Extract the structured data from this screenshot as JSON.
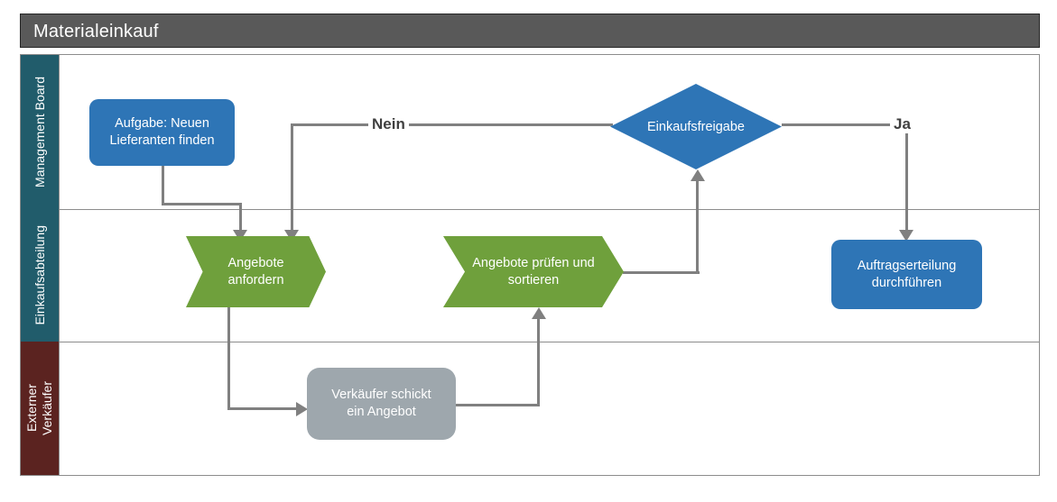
{
  "pool": {
    "title": "Materialeinkauf",
    "title_bar_color": "#595959",
    "frame_color": "#8c8c8c"
  },
  "lanes": [
    {
      "id": "lane-management-board",
      "label": "Management Board",
      "color": "#215C6B"
    },
    {
      "id": "lane-einkaufsabteilung",
      "label": "Einkaufsabteilung",
      "color": "#215C6B"
    },
    {
      "id": "lane-externer-verkaeufer",
      "label": "Externer\nVerkäufer",
      "color": "#5B2320"
    }
  ],
  "nodes": [
    {
      "id": "task-neuen-lieferanten-finden",
      "label": "Aufgabe: Neuen\nLieferanten finden",
      "shape": "rounded-rect",
      "color": "#2E75B6",
      "lane": "lane-management-board"
    },
    {
      "id": "task-angebote-anfordern",
      "label": "Angebote\nanfordern",
      "shape": "chevron",
      "color": "#6FA03C",
      "lane": "lane-einkaufsabteilung"
    },
    {
      "id": "task-angebote-pruefen-und-sortieren",
      "label": "Angebote prüfen und\nsortieren",
      "shape": "chevron",
      "color": "#6FA03C",
      "lane": "lane-einkaufsabteilung"
    },
    {
      "id": "decision-einkaufsfreigabe",
      "label": "Einkaufsfreigabe",
      "shape": "diamond",
      "color": "#2E75B6",
      "lane": "lane-management-board"
    },
    {
      "id": "task-auftragserteilung-durchfuehren",
      "label": "Auftragserteilung\ndurchführen",
      "shape": "rounded-rect",
      "color": "#2E75B6",
      "lane": "lane-einkaufsabteilung"
    },
    {
      "id": "task-verkaeufer-schickt-ein-angebot",
      "label": "Verkäufer schickt\nein Angebot",
      "shape": "rounded-rect",
      "color": "#9EA7AD",
      "lane": "lane-externer-verkaeufer"
    }
  ],
  "edge_labels": {
    "nein": "Nein",
    "ja": "Ja"
  },
  "connector_color": "#808080"
}
